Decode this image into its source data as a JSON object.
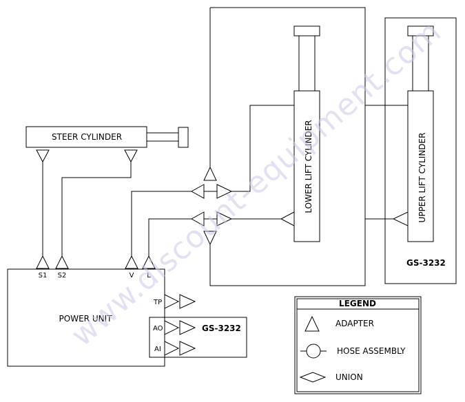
{
  "watermark": "www.discount-equipment.com",
  "labels": {
    "steer_cylinder": "STEER CYLINDER",
    "lower_lift_cylinder": "LOWER LIFT CYLINDER",
    "upper_lift_cylinder": "UPPER LIFT CYLINDER",
    "power_unit": "POWER UNIT",
    "model_upper": "GS-3232",
    "model_lower": "GS-3232"
  },
  "ports": {
    "s1": "S1",
    "s2": "S2",
    "v": "V",
    "l": "L",
    "tp": "TP",
    "ao": "AO",
    "ai": "AI"
  },
  "legend": {
    "title": "LEGEND",
    "items": [
      {
        "label": "ADAPTER",
        "symbol": "triangle"
      },
      {
        "label": "HOSE ASSEMBLY",
        "symbol": "circle-with-line"
      },
      {
        "label": "UNION",
        "symbol": "diamond"
      }
    ]
  }
}
